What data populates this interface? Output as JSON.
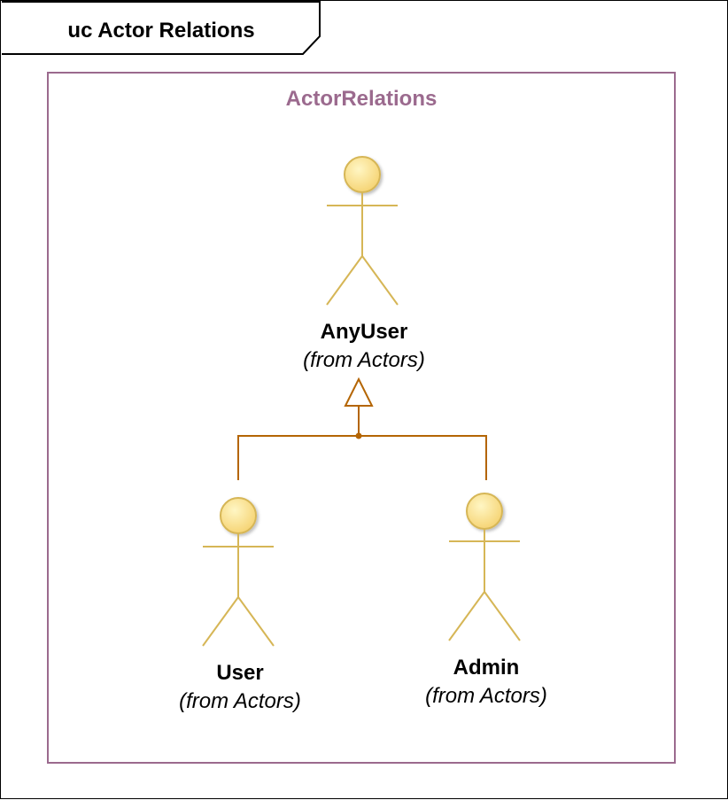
{
  "frame": {
    "title": "uc Actor Relations"
  },
  "package": {
    "name": "ActorRelations",
    "color": "#9b6a8e"
  },
  "actors": [
    {
      "id": "anyuser",
      "name": "AnyUser",
      "from": "(from Actors)"
    },
    {
      "id": "user",
      "name": "User",
      "from": "(from Actors)"
    },
    {
      "id": "admin",
      "name": "Admin",
      "from": "(from Actors)"
    }
  ],
  "relations": [
    {
      "type": "generalization",
      "from": "User",
      "to": "AnyUser"
    },
    {
      "type": "generalization",
      "from": "Admin",
      "to": "AnyUser"
    }
  ],
  "colors": {
    "actor_fill_light": "#fff6c4",
    "actor_fill_dark": "#f5d270",
    "actor_stroke": "#d6b656",
    "relation_stroke": "#b46504"
  }
}
